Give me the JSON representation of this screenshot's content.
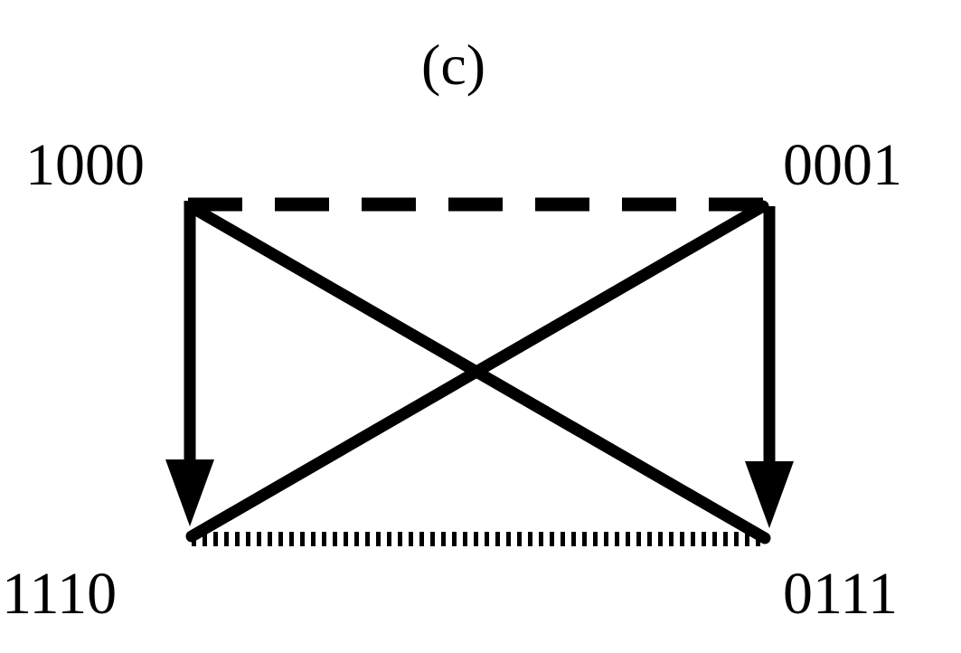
{
  "panel_label": "(c)",
  "nodes": {
    "top_left": "1000",
    "top_right": "0001",
    "bottom_left": "1110",
    "bottom_right": "0111"
  },
  "edges": [
    {
      "from": "1000",
      "to": "0001",
      "style": "dashed",
      "directed": false
    },
    {
      "from": "1000",
      "to": "1110",
      "style": "solid",
      "directed": true
    },
    {
      "from": "0001",
      "to": "0111",
      "style": "solid",
      "directed": true
    },
    {
      "from": "1000",
      "to": "0111",
      "style": "solid",
      "directed": false
    },
    {
      "from": "0001",
      "to": "1110",
      "style": "solid",
      "directed": false
    },
    {
      "from": "1110",
      "to": "0111",
      "style": "dotted",
      "directed": false
    }
  ],
  "colors": {
    "line": "#000000",
    "background": "#ffffff"
  }
}
